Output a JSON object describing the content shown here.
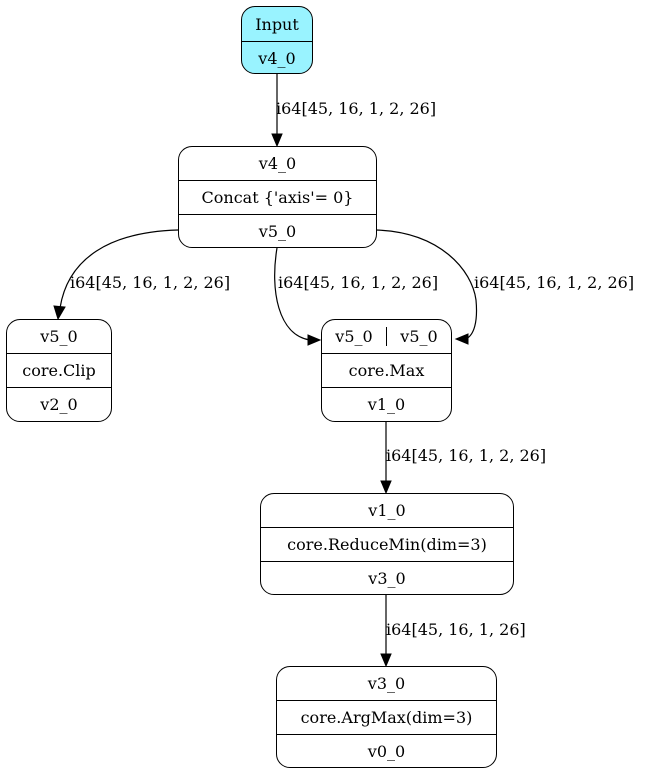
{
  "nodes": {
    "input": {
      "title": "Input",
      "out": "v4_0"
    },
    "concat": {
      "in": "v4_0",
      "op": "Concat {'axis'= 0}",
      "out": "v5_0"
    },
    "clip": {
      "in": "v5_0",
      "op": "core.Clip",
      "out": "v2_0"
    },
    "max": {
      "in_a": "v5_0",
      "in_b": "v5_0",
      "op": "core.Max",
      "out": "v1_0"
    },
    "reducemin": {
      "in": "v1_0",
      "op": "core.ReduceMin(dim=3)",
      "out": "v3_0"
    },
    "argmax": {
      "in": "v3_0",
      "op": "core.ArgMax(dim=3)",
      "out": "v0_0"
    }
  },
  "edges": {
    "input_to_concat": "i64[45, 16, 1, 2, 26]",
    "concat_to_clip": "i64[45, 16, 1, 2, 26]",
    "concat_to_max_a": "i64[45, 16, 1, 2, 26]",
    "concat_to_max_b": "i64[45, 16, 1, 2, 26]",
    "max_to_reducemin": "i64[45, 16, 1, 2, 26]",
    "reducemin_to_argmax": "i64[45, 16, 1, 26]"
  },
  "colors": {
    "input_fill": "#99f3ff",
    "stroke": "#000000"
  }
}
